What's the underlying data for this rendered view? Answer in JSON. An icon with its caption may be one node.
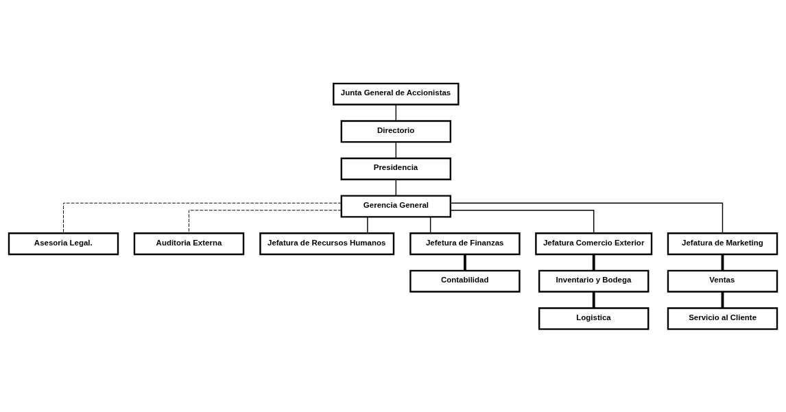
{
  "diagram": {
    "nodes": [
      {
        "text": [
          "Junta General de Accionistas"
        ]
      },
      {
        "text": [
          "Directorio"
        ]
      },
      {
        "text": [
          "Presidencia"
        ]
      },
      {
        "text": [
          "Gerencia General"
        ]
      },
      {
        "text": [
          "Asesoria Legal."
        ]
      },
      {
        "text": [
          "Auditoria Externa"
        ]
      },
      {
        "text": [
          "Jefatura de Recursos Humanos"
        ]
      },
      {
        "text": [
          "Jefetura de Finanzas"
        ]
      },
      {
        "text": [
          "Jefatura Comercio Exterior"
        ]
      },
      {
        "text": [
          "Jefatura de Marketing"
        ]
      },
      {
        "text": [
          "Contabilidad"
        ]
      },
      {
        "text": [
          "Inventario y Bodega"
        ]
      },
      {
        "text": [
          "Ventas"
        ]
      },
      {
        "text": [
          "Logistica"
        ]
      },
      {
        "text": [
          "Servicio al Cliente"
        ]
      }
    ],
    "edges": [
      {
        "from": 0,
        "to": 1,
        "arrow": "none"
      },
      {
        "from": 1,
        "to": 2,
        "arrow": "none"
      },
      {
        "from": 2,
        "to": 3,
        "arrow": "none"
      },
      {
        "from": 3,
        "to": 4,
        "arrow": "none",
        "style": "dashed"
      },
      {
        "from": 3,
        "to": 5,
        "arrow": "none",
        "style": "dashed"
      },
      {
        "from": 3,
        "to": 6,
        "arrow": "none"
      },
      {
        "from": 3,
        "to": 7,
        "arrow": "none"
      },
      {
        "from": 3,
        "to": 8,
        "arrow": "none"
      },
      {
        "from": 3,
        "to": 9,
        "arrow": "none"
      },
      {
        "from": 7,
        "to": 10,
        "arrow": "none",
        "style": "thick"
      },
      {
        "from": 8,
        "to": 11,
        "arrow": "none",
        "style": "thick"
      },
      {
        "from": 9,
        "to": 12,
        "arrow": "none",
        "style": "thick"
      },
      {
        "from": 11,
        "to": 13,
        "arrow": "none",
        "style": "thick"
      },
      {
        "from": 12,
        "to": 14,
        "arrow": "none",
        "style": "thick"
      }
    ]
  }
}
